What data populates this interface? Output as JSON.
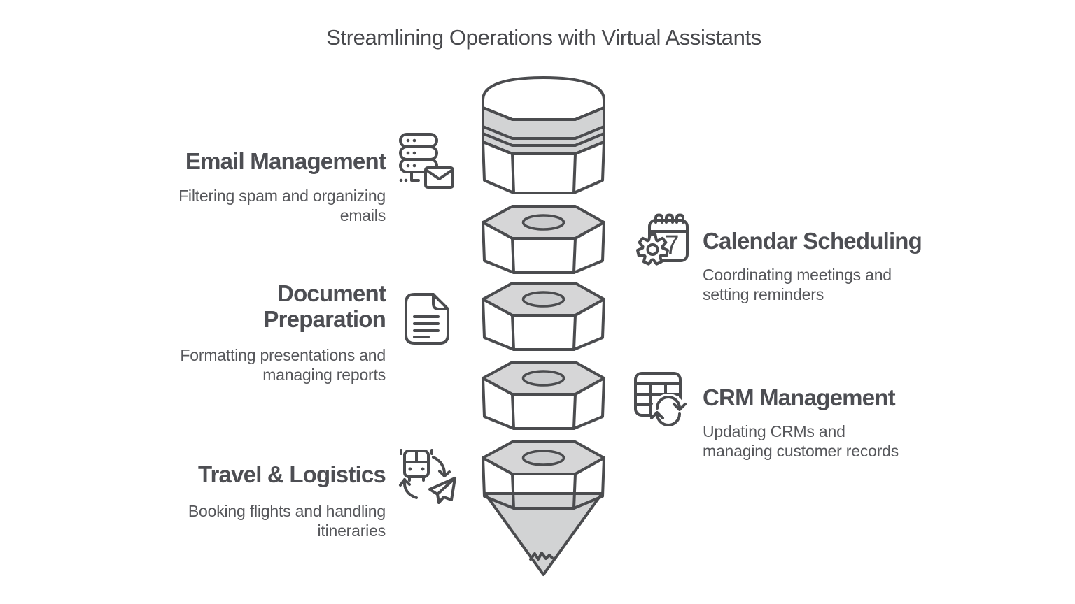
{
  "title": "Streamlining Operations with Virtual Assistants",
  "left_sections": [
    {
      "heading_lines": [
        "Email Management"
      ],
      "desc_lines": [
        "Filtering spam and organizing",
        "emails"
      ],
      "icon": "server-mail-icon"
    },
    {
      "heading_lines": [
        "Document",
        "Preparation"
      ],
      "desc_lines": [
        "Formatting presentations and",
        "managing reports"
      ],
      "icon": "document-icon"
    },
    {
      "heading_lines": [
        "Travel & Logistics"
      ],
      "desc_lines": [
        "Booking flights and handling",
        "itineraries"
      ],
      "icon": "bus-plane-icon"
    }
  ],
  "right_sections": [
    {
      "heading_lines": [
        "Calendar Scheduling"
      ],
      "desc_lines": [
        "Coordinating meetings and",
        "setting reminders"
      ],
      "icon": "calendar-gear-icon",
      "calendar_day": "7"
    },
    {
      "heading_lines": [
        "CRM Management"
      ],
      "desc_lines": [
        "Updating CRMs and",
        "managing customer records"
      ],
      "icon": "table-sync-icon"
    }
  ],
  "funnel": {
    "stroke_color": "#4b4c4f",
    "gray_color": "#d2d3d4",
    "top_face_color": "#d6d6d7",
    "hole_color": "#cbccce",
    "segments": [
      {
        "name": "pencil-cap",
        "color": "#6cd9f8"
      },
      {
        "name": "nut-green",
        "color": "#70e9a9"
      },
      {
        "name": "nut-lime",
        "color": "#c3eb72"
      },
      {
        "name": "nut-yellow",
        "color": "#fae87e"
      },
      {
        "name": "nut-orange",
        "color": "#fbbf7f"
      }
    ]
  },
  "text_colors": {
    "title": "#48494d",
    "heading": "#4d4e53",
    "body": "#56575b"
  }
}
